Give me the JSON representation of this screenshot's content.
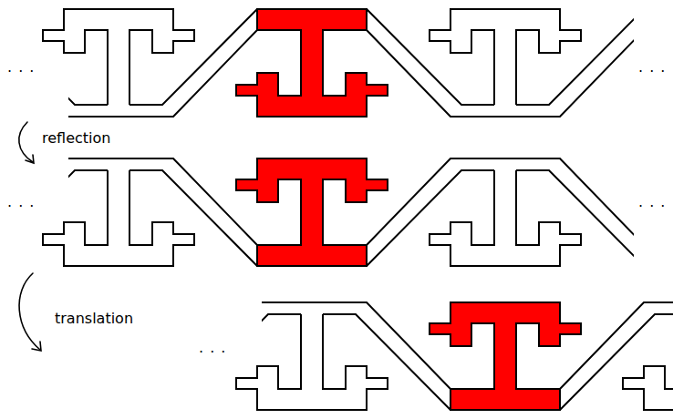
{
  "diagram": {
    "labels": [
      ". . .",
      ". . .",
      "reflection",
      ". . .",
      ". . .",
      "translation",
      ". . ."
    ]
  }
}
